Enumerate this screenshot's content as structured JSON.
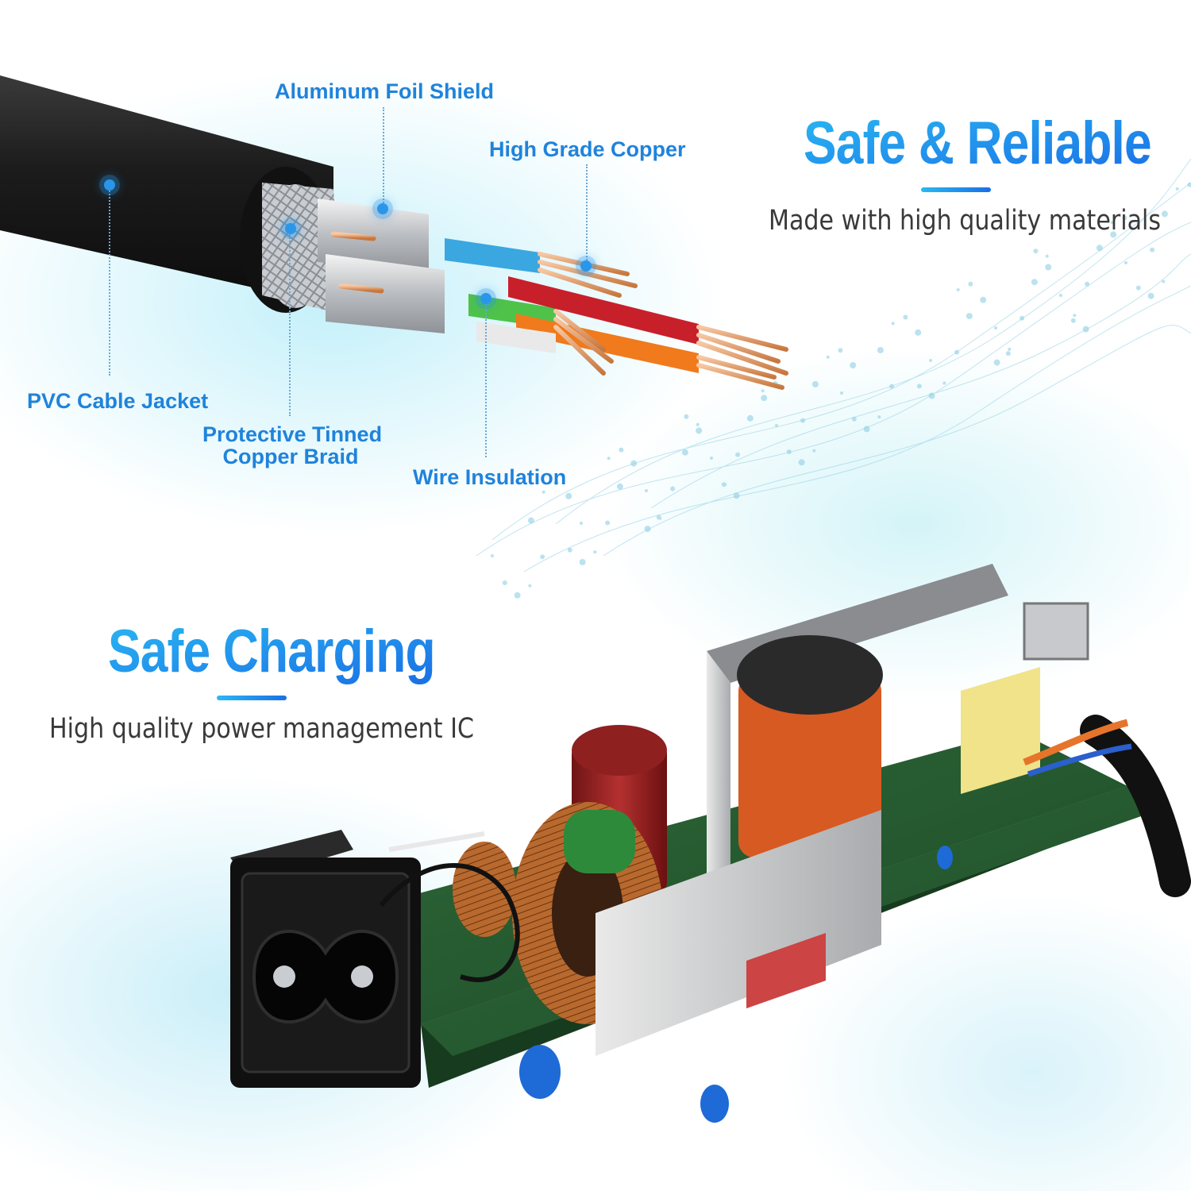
{
  "theme": {
    "accent_blue": "#1a78e8",
    "accent_cyan": "#2ab8f2",
    "label_blue": "#1f83db",
    "subtitle_gray": "#3a3a3a",
    "marker_blue": "#2a96ea"
  },
  "cable_callouts": {
    "aluminum_foil_shield": "Aluminum Foil Shield",
    "high_grade_copper": "High Grade Copper",
    "pvc_cable_jacket": "PVC Cable Jacket",
    "tinned_braid_line1": "Protective Tinned",
    "tinned_braid_line2": "Copper Braid",
    "wire_insulation": "Wire Insulation"
  },
  "sections": {
    "safe_reliable": {
      "title": "Safe & Reliable",
      "subtitle": "Made with high quality materials"
    },
    "safe_charging": {
      "title": "Safe Charging",
      "subtitle": "High quality power management IC"
    }
  },
  "illustrations": {
    "cable": "cutaway-cable-icon",
    "power_board": "power-supply-board-icon"
  }
}
